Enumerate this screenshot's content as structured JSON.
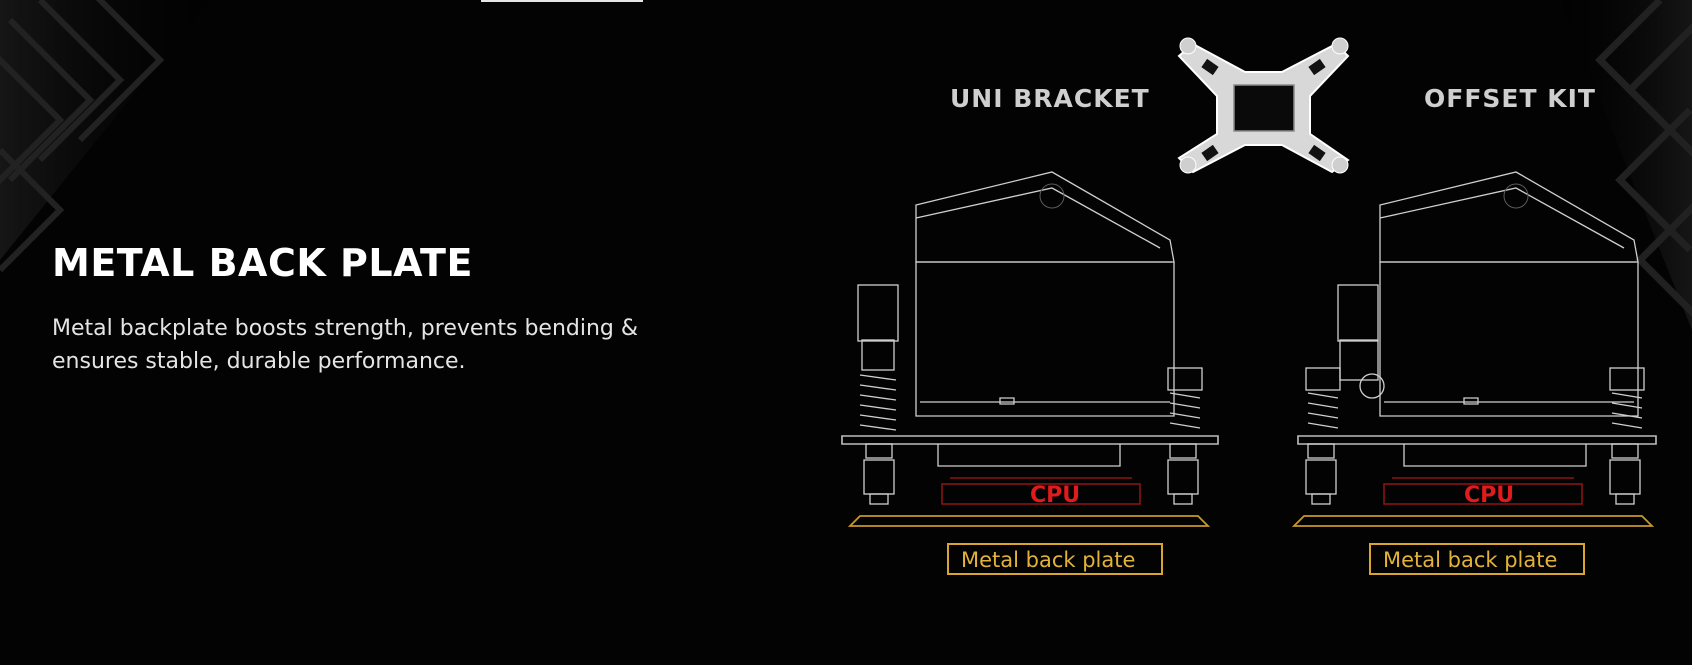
{
  "section": {
    "title": "METAL BACK PLATE",
    "description": "Metal backplate boosts strength, prevents bending & ensures stable, durable performance."
  },
  "diagram": {
    "left_label": "UNI BRACKET",
    "right_label": "OFFSET KIT",
    "cpu_label": "CPU",
    "plate_label": "Metal back plate"
  },
  "colors": {
    "background": "#030303",
    "title": "#ffffff",
    "cpu": "#e01b1b",
    "plate": "#e2b33b"
  }
}
